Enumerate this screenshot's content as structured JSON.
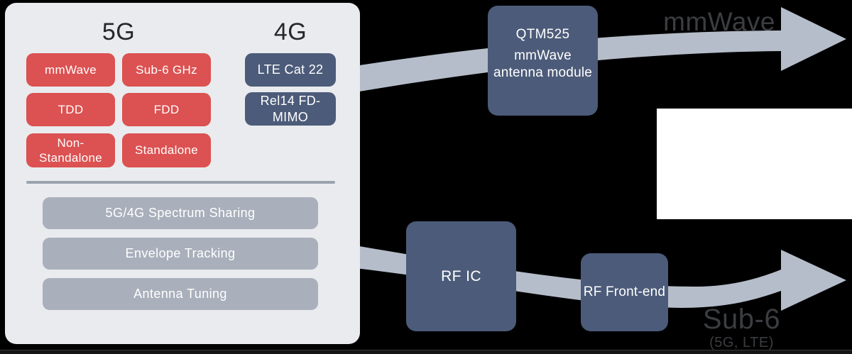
{
  "panel": {
    "col_5g": {
      "header": "5G",
      "buttons": [
        "mmWave",
        "Sub-6 GHz",
        "TDD",
        "FDD",
        "Non-Standalone",
        "Standalone"
      ]
    },
    "col_4g": {
      "header": "4G",
      "buttons": [
        "LTE Cat 22",
        "Rel14 FD-MIMO"
      ]
    },
    "features": [
      "5G/4G Spectrum Sharing",
      "Envelope Tracking",
      "Antenna Tuning"
    ]
  },
  "flow": {
    "top": {
      "module_title": "QTM525",
      "module_subtitle": "mmWave antenna module",
      "arrow_label": "mmWave"
    },
    "bottom": {
      "rfic_label": "RF IC",
      "rffe_label": "RF Front-end",
      "arrow_label": "Sub-6",
      "arrow_sublabel": "(5G, LTE)"
    }
  },
  "colors": {
    "background": "#000000",
    "panel_bg": "#e9ebee",
    "chip_red": "#dc5151",
    "node_slate": "#4c5b79",
    "feature_bar": "#a9afbb",
    "arrow_band": "#b5bdca",
    "dim_label": "#3b3d41",
    "white_block": "#ffffff"
  }
}
